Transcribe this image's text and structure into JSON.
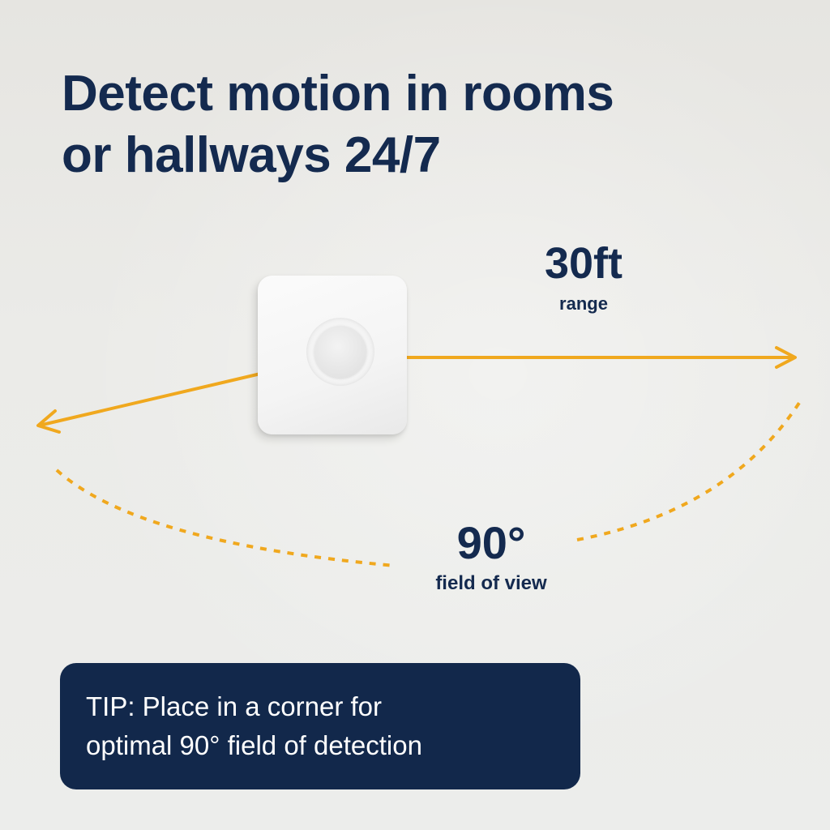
{
  "headline": {
    "line1": "Detect motion in rooms",
    "line2": "or hallways 24/7"
  },
  "range": {
    "value": "30ft",
    "label": "range"
  },
  "field_of_view": {
    "value": "90°",
    "label": "field of view"
  },
  "tip": {
    "line1": "TIP: Place in a corner for",
    "line2": "optimal 90° field of detection"
  },
  "colors": {
    "text_navy": "#142a4f",
    "tip_background": "#12284b",
    "arrow_orange": "#f0a81e",
    "background": "#ebebe8"
  },
  "icons": {
    "device": "motion-sensor",
    "range_arrow": "arrow-right",
    "left_arrow": "arrow-left",
    "fov_arc": "dashed-arc"
  }
}
